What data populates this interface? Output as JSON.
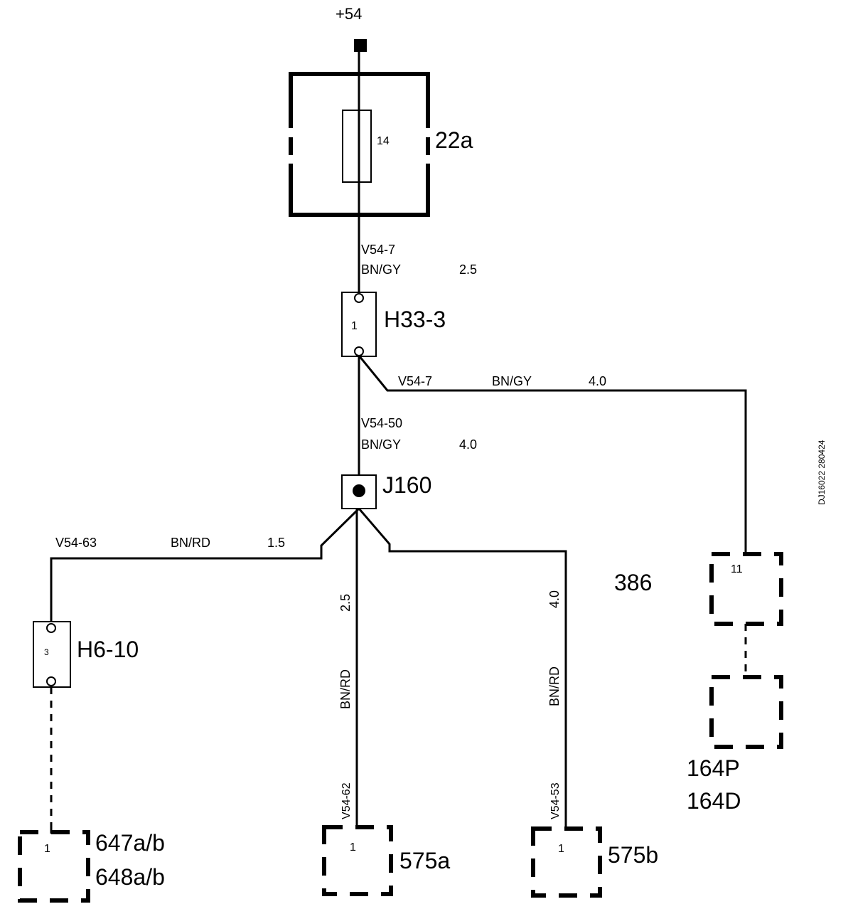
{
  "supply": "+54",
  "fuse_box": {
    "label": "22a",
    "fuse_number": "14"
  },
  "wire_fuse_h33": {
    "id": "V54-7",
    "color": "BN/GY",
    "size": "2.5"
  },
  "h33": {
    "label": "H33-3",
    "pin": "1"
  },
  "wire_h33_right": {
    "id": "V54-7",
    "color": "BN/GY",
    "size": "4.0"
  },
  "wire_h33_j160": {
    "id": "V54-50",
    "color": "BN/GY",
    "size": "4.0"
  },
  "j160": {
    "label": "J160"
  },
  "wire_left": {
    "id": "V54-63",
    "color": "BN/RD",
    "size": "1.5"
  },
  "wire_mid": {
    "id": "V54-62",
    "color": "BN/RD",
    "size": "2.5"
  },
  "wire_right": {
    "id": "V54-53",
    "color": "BN/RD",
    "size": "4.0"
  },
  "h6": {
    "label": "H6-10",
    "pin": "3"
  },
  "component_647": {
    "label_1": "647a/b",
    "label_2": "648a/b",
    "pin": "1"
  },
  "component_575a": {
    "label": "575a",
    "pin": "1"
  },
  "component_575b": {
    "label": "575b",
    "pin": "1"
  },
  "component_386": {
    "label": "386",
    "pin": "11"
  },
  "component_164": {
    "label_1": "164P",
    "label_2": "164D"
  },
  "drawing_id": "DJ16022 280424"
}
